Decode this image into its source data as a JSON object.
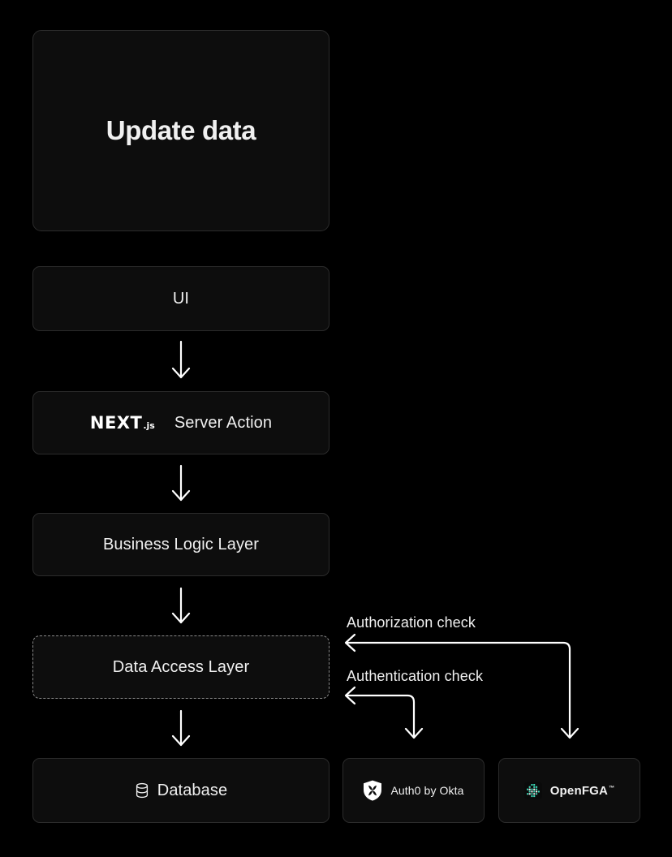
{
  "diagram": {
    "title": "Update data",
    "background_color": "#000000",
    "node_fill": "#0d0d0d",
    "node_border": "#2b2b2b",
    "dashed_border": "#8a8a8a",
    "text_color": "#f0f0f0",
    "accent_color": "#3ddbb8"
  },
  "nodes": {
    "hero": {
      "label": "Update data"
    },
    "ui": {
      "label": "UI"
    },
    "server_action": {
      "logo_text": "NEXT",
      "logo_suffix": ".js",
      "label": "Server Action"
    },
    "business_logic": {
      "label": "Business Logic Layer"
    },
    "data_access": {
      "label": "Data Access Layer",
      "border_style": "dashed"
    },
    "database": {
      "label": "Database",
      "icon": "database-icon"
    },
    "auth0": {
      "label": "Auth0 by Okta",
      "icon": "auth0-shield-icon"
    },
    "openfga": {
      "label": "OpenFGA",
      "trademark": "™",
      "icon": "openfga-icon"
    }
  },
  "connectors": [
    {
      "name": "ui-to-server-action",
      "type": "arrow-down"
    },
    {
      "name": "server-action-to-business-logic",
      "type": "arrow-down"
    },
    {
      "name": "business-logic-to-data-access",
      "type": "arrow-down"
    },
    {
      "name": "data-access-to-database",
      "type": "arrow-down"
    },
    {
      "name": "authorization-check",
      "label": "Authorization check",
      "type": "elbow-double-arrow"
    },
    {
      "name": "authentication-check",
      "label": "Authentication check",
      "type": "elbow-double-arrow"
    }
  ],
  "labels": {
    "authorization": "Authorization check",
    "authentication": "Authentication check"
  }
}
